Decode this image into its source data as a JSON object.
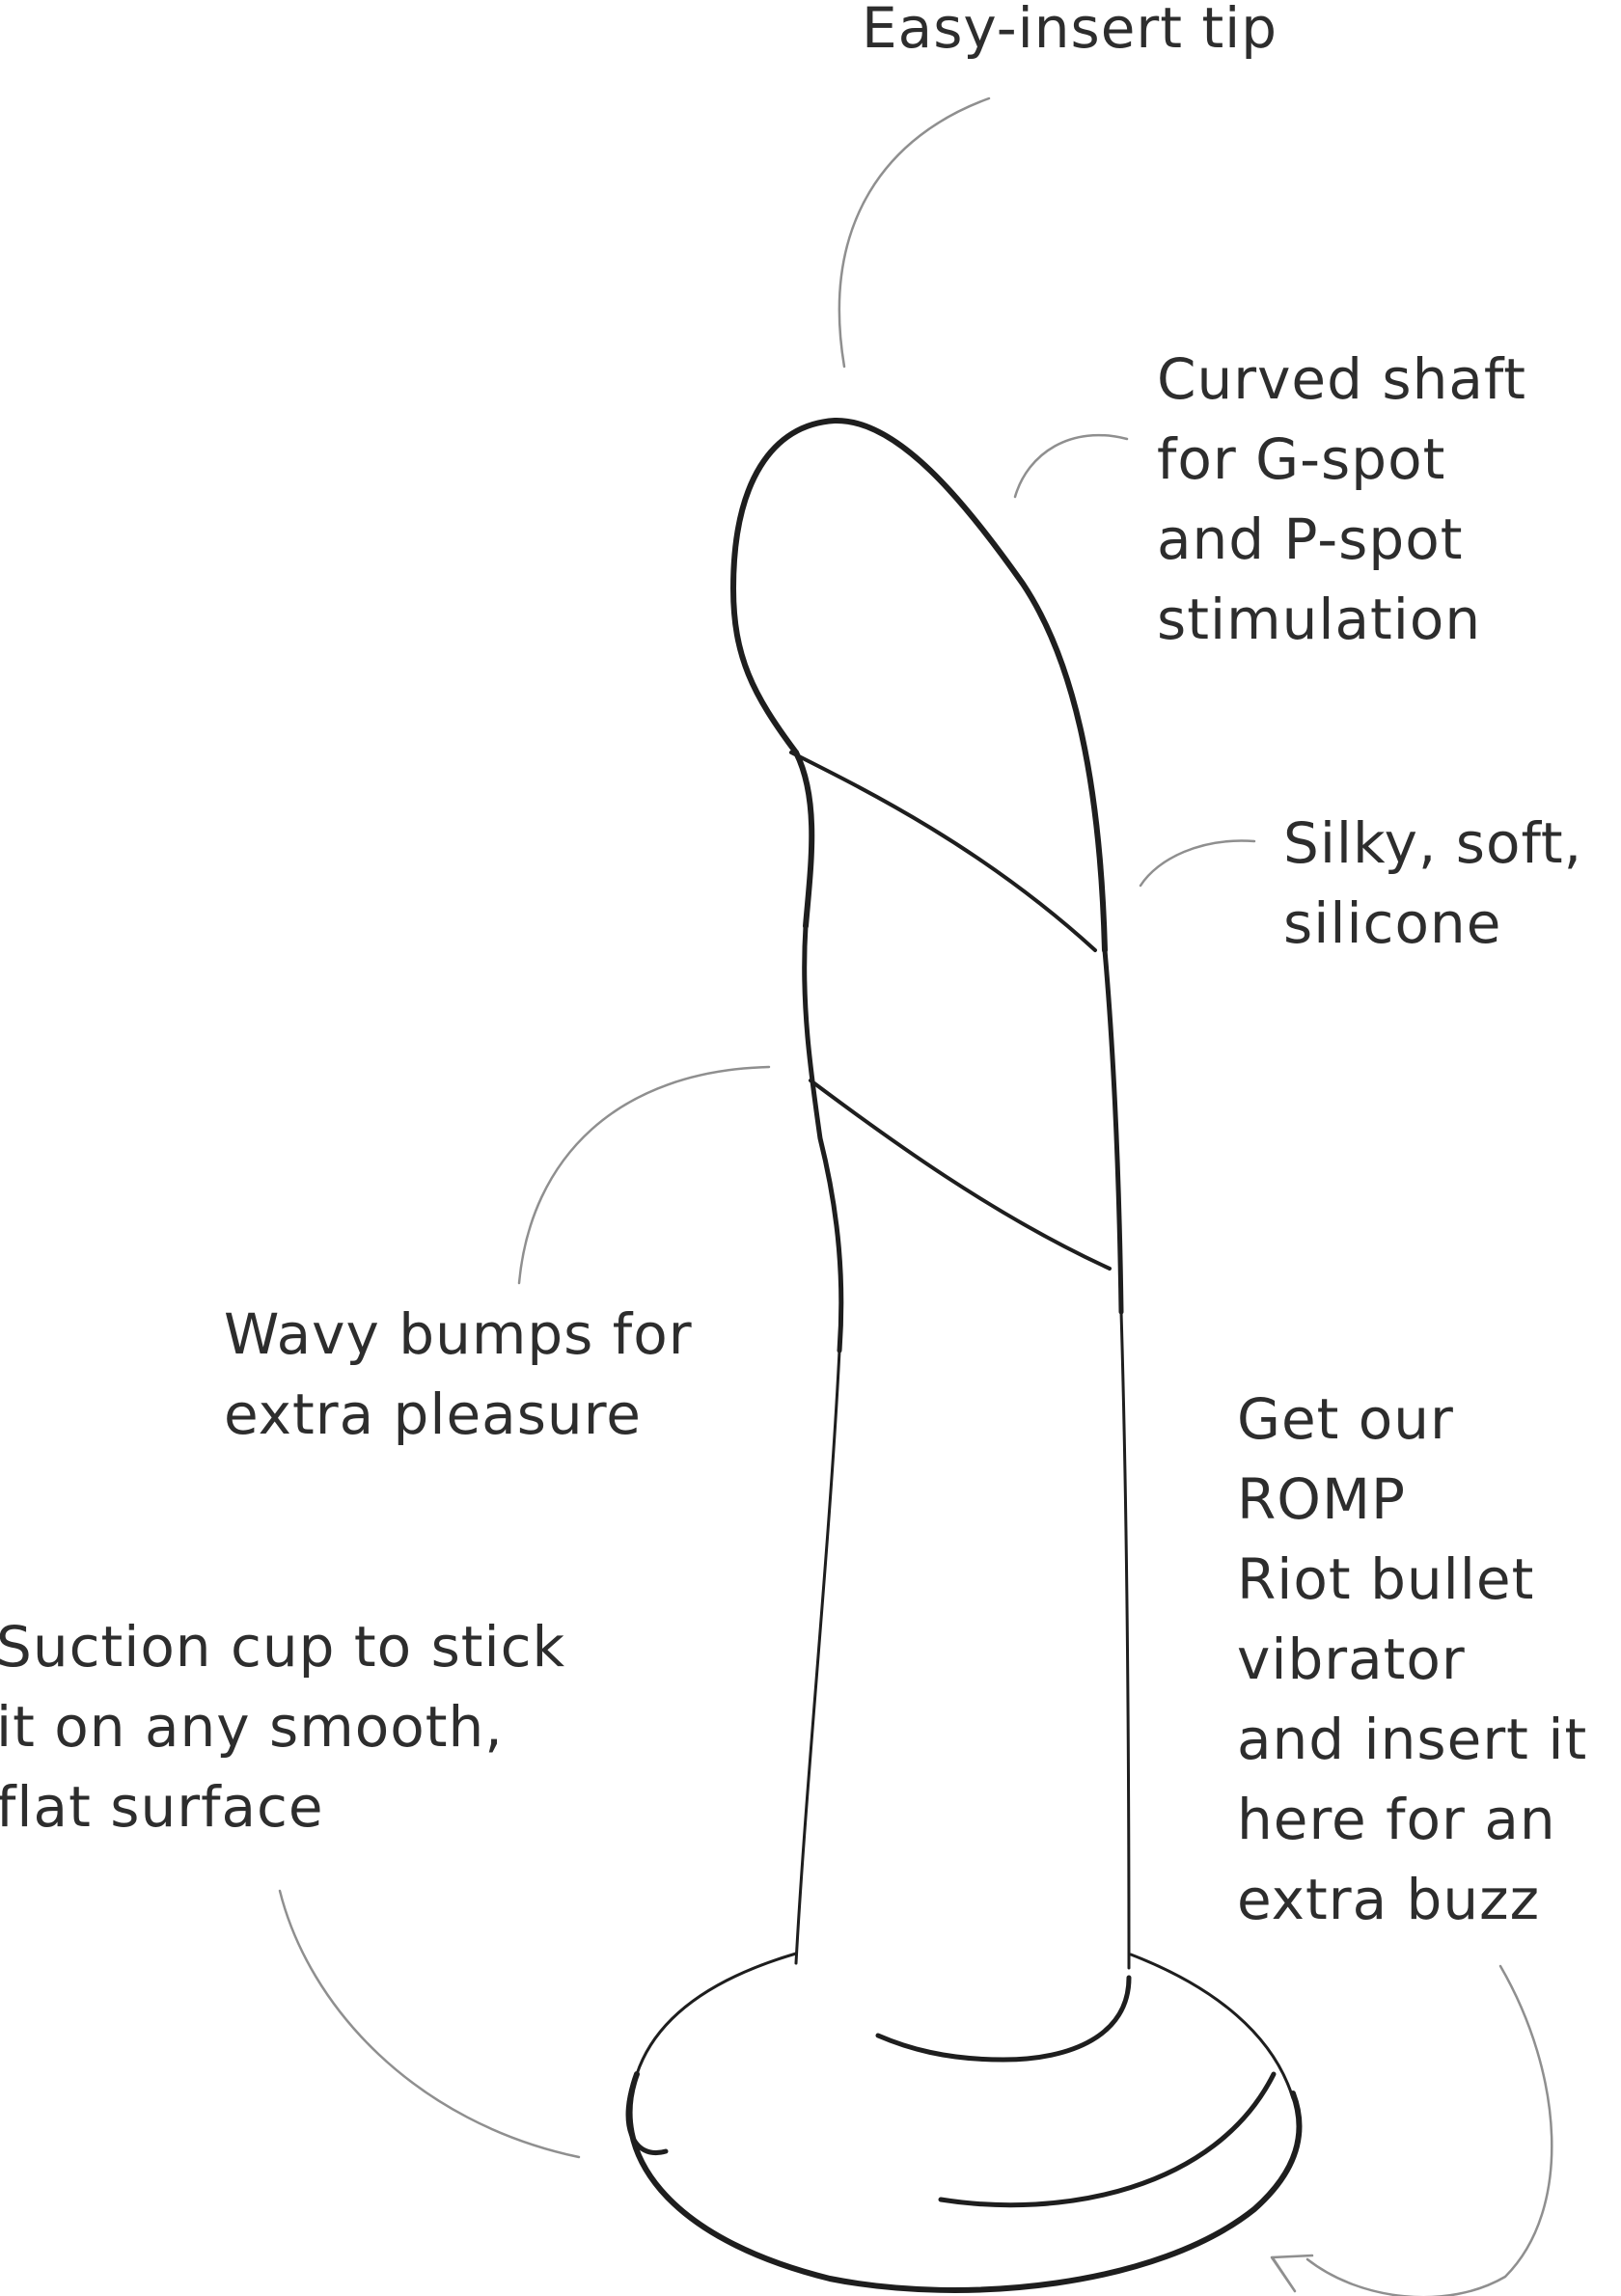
{
  "diagram": {
    "subject": "suction-cup silicone dildo line drawing with callouts",
    "colors": {
      "background": "#ffffff",
      "outline": "#1e1e1e",
      "leader": "#8a8a8a",
      "text": "#2d2d2d"
    },
    "callouts": {
      "tip": {
        "lines": [
          "Easy-insert tip"
        ]
      },
      "shaft": {
        "lines": [
          "Curved shaft",
          "for G-spot",
          "and P-spot",
          "stimulation"
        ]
      },
      "material": {
        "lines": [
          "Silky, soft,",
          "silicone"
        ]
      },
      "bumps": {
        "lines": [
          "Wavy bumps for",
          "extra pleasure"
        ]
      },
      "vibrator": {
        "lines": [
          "Get our",
          "ROMP",
          "Riot bullet",
          "vibrator",
          "and insert it",
          "here for an",
          "extra buzz"
        ]
      },
      "suction": {
        "lines": [
          "Suction cup to stick",
          "it on any smooth,",
          "flat surface"
        ]
      }
    }
  }
}
